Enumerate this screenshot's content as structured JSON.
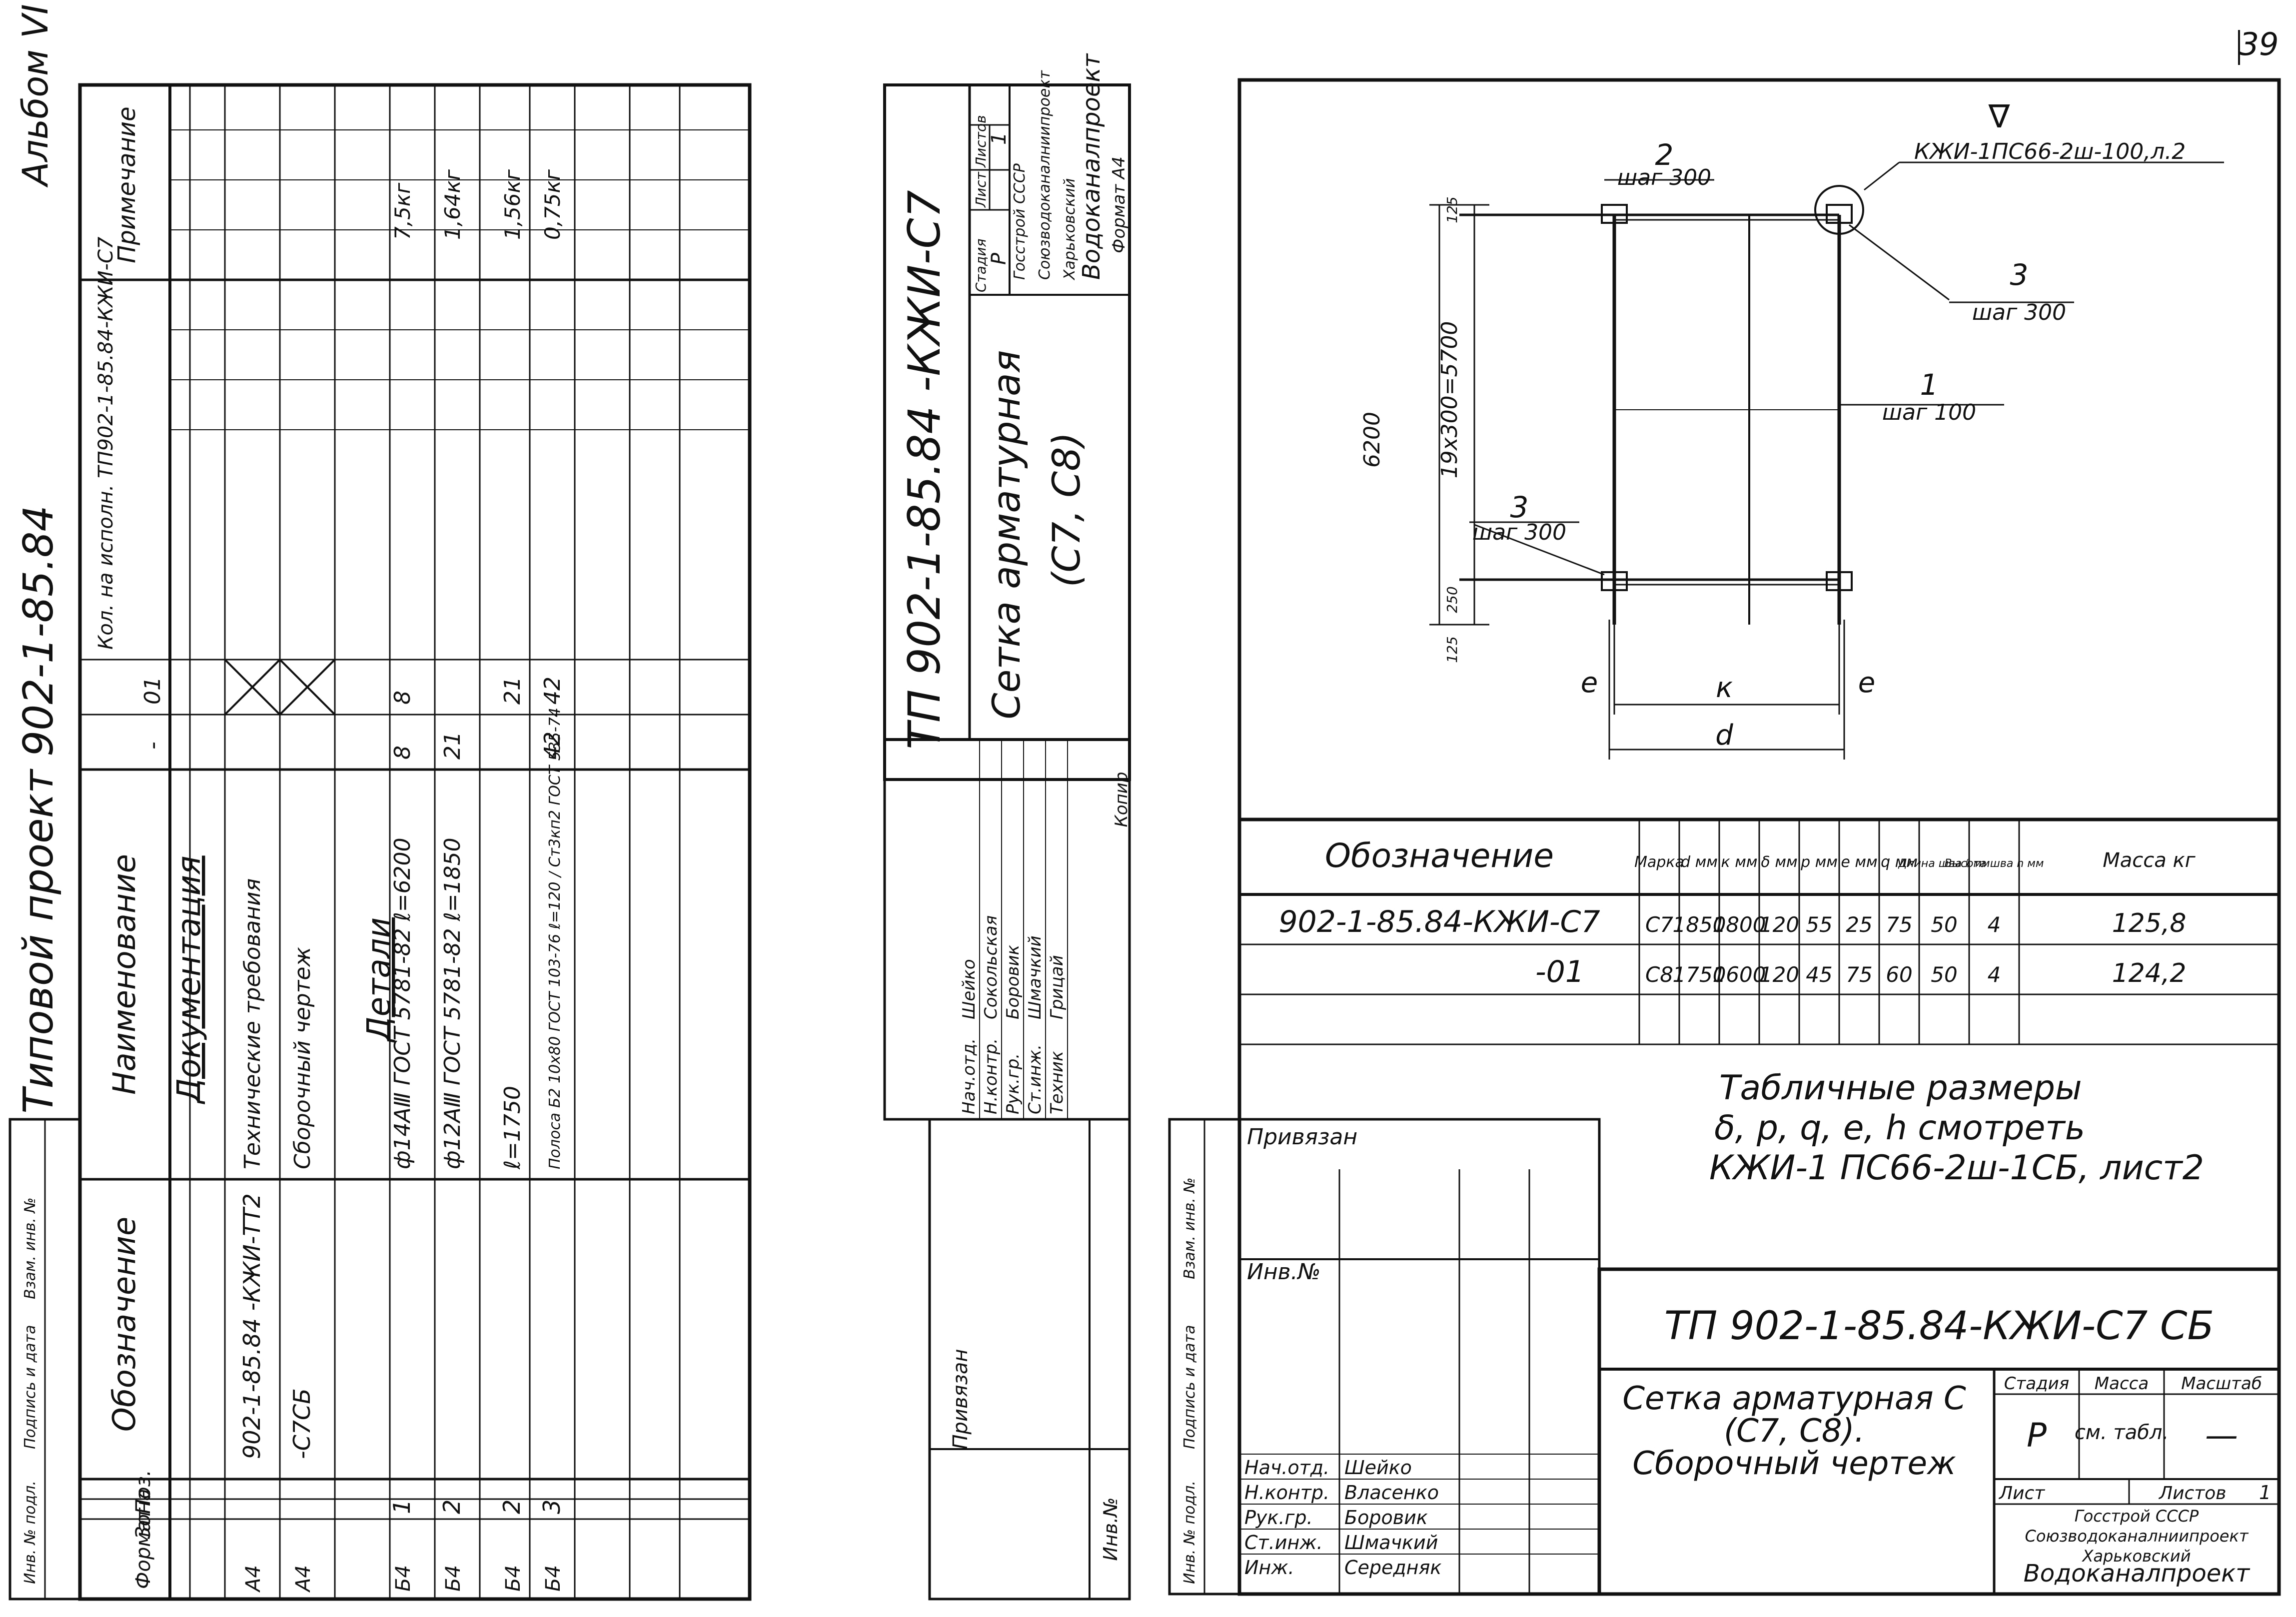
{
  "page_number": "39",
  "left_page": {
    "album": "Альбом VI",
    "project": "Типовой проект 902-1-85.84",
    "headers": {
      "format": "Формат",
      "zone": "Зона",
      "pos": "Поз.",
      "designation": "Обозначение",
      "name": "Наименование",
      "qty": "Кол. на исполн. ТП902-1-85.84-КЖИ-С7",
      "var_dash": "-",
      "var_01": "01",
      "note": "Примечание"
    },
    "rows": [
      {
        "format": "А4",
        "pos": "",
        "designation": "902-1-85.84   -КЖИ-ТТ2",
        "name": "Технические требования",
        "q1": "",
        "q2": "",
        "note": ""
      },
      {
        "format": "А4",
        "pos": "",
        "designation": "-С7СБ",
        "name": "Сборочный чертеж",
        "q1": "",
        "q2": "",
        "note": ""
      },
      {
        "format": "Б4",
        "pos": "1",
        "designation": "",
        "name": "ф14АⅢ ГОСТ 5781-82 ℓ=6200",
        "q1": "8",
        "q2": "8",
        "note": "7,5кг"
      },
      {
        "format": "Б4",
        "pos": "2",
        "designation": "",
        "name": "ф12АⅢ ГОСТ 5781-82 ℓ=1850",
        "q1": "21",
        "q2": "",
        "note": "1,64кг"
      },
      {
        "format": "Б4",
        "pos": "2",
        "designation": "",
        "name": "ℓ=1750",
        "q1": "",
        "q2": "21",
        "note": "1,56кг"
      },
      {
        "format": "Б4",
        "pos": "3",
        "designation": "",
        "name": "Полоса Б2 10х80 ГОСТ 103-76 ℓ=120 / Ст3кп2 ГОСТ 535-74",
        "q1": "42",
        "q2": "42",
        "note": "0,75кг"
      }
    ],
    "section_doc": "Документация",
    "section_parts": "Детали",
    "side_labels": [
      "Инв. № подл.",
      "Подпись и дата",
      "Взам. инв. №"
    ],
    "title_block": {
      "code": "ТП 902-1-85.84 -КЖИ-С7",
      "name_line1": "Сетка арматурная",
      "name_line2": "(С7, С8)",
      "stage_label": "Стадия",
      "sheet_label": "Лист",
      "sheets_label": "Листов",
      "stage": "Р",
      "sheet": "",
      "sheets": "1",
      "org": [
        "Госстрой СССР",
        "Союзводоканалниипроект",
        "Харьковский",
        "Водоканалпроект"
      ],
      "format": "Формат А4",
      "staff": [
        {
          "role": "Нач.отд.",
          "name": "Шейко"
        },
        {
          "role": "Н.контр.",
          "name": "Сокольская"
        },
        {
          "role": "Рук.гр.",
          "name": "Боровик"
        },
        {
          "role": "Ст.инж.",
          "name": "Шмачкий"
        },
        {
          "role": "Техник",
          "name": "Грицай"
        }
      ],
      "privyazan": "Привязан",
      "inv": "Инв.№",
      "kopir": "Копир"
    }
  },
  "right_page": {
    "drawing": {
      "callout_mark": "∇",
      "callout_text": "КЖИ-1ПС66-2ш-100,л.2",
      "labels": [
        {
          "num": "2",
          "step": "шаг 300"
        },
        {
          "num": "3",
          "step": "шаг 300"
        },
        {
          "num": "1",
          "step": "шаг 100"
        },
        {
          "num": "3",
          "step": "шаг 300"
        }
      ],
      "dim_total": "6200",
      "dim_pitch": "19х300=5700",
      "dim_top": "125",
      "dim_bottom_a": "125",
      "dim_bottom_b": "250",
      "dim_e": "e",
      "dim_k": "к",
      "dim_d": "d"
    },
    "table": {
      "headers": [
        "Обозначение",
        "Марка",
        "d мм",
        "к мм",
        "δ мм",
        "р мм",
        "е мм",
        "q мм",
        "Длина шва ℓ мм",
        "Высота шва h мм",
        "Масса кг"
      ],
      "rows": [
        [
          "902-1-85.84-КЖИ-С7",
          "С7",
          "1850",
          "1800",
          "120",
          "55",
          "25",
          "75",
          "50",
          "4",
          "125,8"
        ],
        [
          "-01",
          "С8",
          "1750",
          "1600",
          "120",
          "45",
          "75",
          "60",
          "50",
          "4",
          "124,2"
        ]
      ]
    },
    "note": [
      "Табличные размеры",
      "δ, р, q, е, h смотреть",
      "КЖИ-1 ПС66-2ш-1СБ, лист2"
    ],
    "privyazan": "Привязан",
    "inv": "Инв.№",
    "side_labels": [
      "Инв. № подл.",
      "Подпись и дата",
      "Взам. инв. №"
    ],
    "title_block": {
      "code": "ТП 902-1-85.84-КЖИ-С7 СБ",
      "name": [
        "Сетка арматурная С",
        "(С7, С8).",
        "Сборочный чертеж"
      ],
      "stage_label": "Стадия",
      "mass_label": "Масса",
      "scale_label": "Масштаб",
      "stage": "Р",
      "mass": "см. табл.",
      "scale": "—",
      "sheet_label": "Лист",
      "sheets_label": "Листов",
      "sheets": "1",
      "org": [
        "Госстрой СССР",
        "Союзводоканалниипроект",
        "Харьковский",
        "Водоканалпроект"
      ],
      "staff": [
        {
          "role": "Нач.отд.",
          "name": "Шейко"
        },
        {
          "role": "Н.контр.",
          "name": "Власенко"
        },
        {
          "role": "Рук.гр.",
          "name": "Боровик"
        },
        {
          "role": "Ст.инж.",
          "name": "Шмачкий"
        },
        {
          "role": "Инж.",
          "name": "Середняк"
        }
      ]
    }
  }
}
